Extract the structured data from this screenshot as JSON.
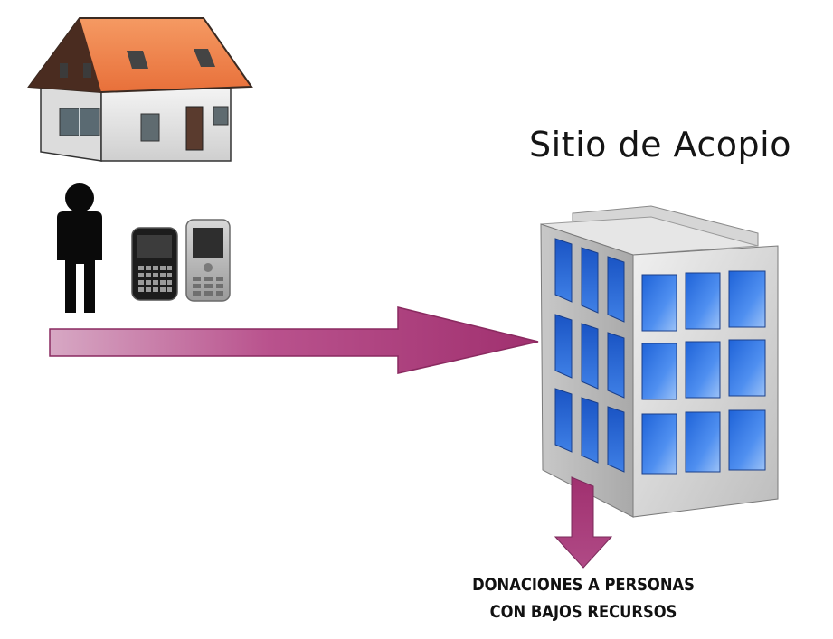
{
  "title": "Sitio de Acopio",
  "caption": {
    "line1": "DONACIONES A PERSONAS",
    "line2": "CON BAJOS RECURSOS"
  },
  "icons": [
    "house-icon",
    "person-icon",
    "smartphone-icon",
    "phone-icon",
    "building-icon"
  ],
  "colors": {
    "arrow": "#a33675",
    "arrow_light": "#e7c2d8",
    "roof": "#ef7a44",
    "wall": "#e9e9e9",
    "window_blue": "#3a7ce8",
    "person": "#0a0a0a"
  }
}
